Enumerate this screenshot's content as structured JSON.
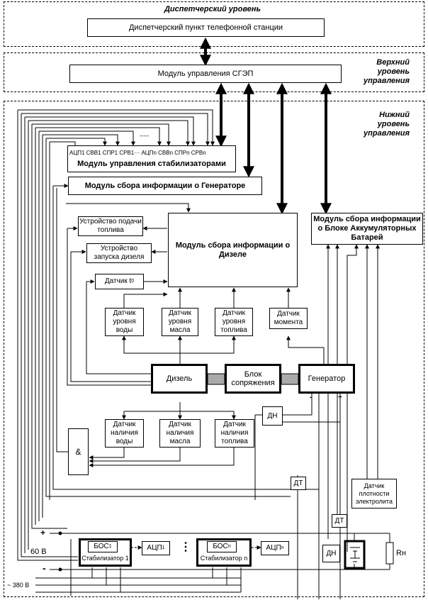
{
  "zones": {
    "dispatch": "Диспетчерский уровень",
    "upper": "Верхний уровень управления",
    "lower": "Нижний уровень управления"
  },
  "blocks": {
    "dispatch_station": "Диспетчерский пункт телефонной станции",
    "seps_module": "Модуль управления СГЭП",
    "stab_module": "Модуль управления стабилизаторами",
    "gen_module": "Модуль сбора информации о Генераторе",
    "diesel_module": "Модуль сбора информации о Дизеле",
    "battery_module": "Модуль сбора информации о Блоке Аккумуляторных Батарей",
    "fuel_feed": "Устройство подачи топлива",
    "diesel_start": "Устройство запуска дизеля",
    "temp_sensor": "Датчик t",
    "temp_sup": "0",
    "water_level": "Датчик уровня воды",
    "oil_level": "Датчик уровня масла",
    "fuel_level": "Датчик уровня топлива",
    "torque": "Датчик момента",
    "diesel": "Дизель",
    "coupling": "Блок сопряжения",
    "generator": "Генератор",
    "water_presence": "Датчик наличия воды",
    "oil_presence": "Датчик наличия масла",
    "fuel_presence": "Датчик наличия топлива",
    "and_gate": "&",
    "dn1": "ДН",
    "dt1": "ДТ",
    "dt2": "ДТ",
    "dn2": "ДН",
    "density": "Датчик плотности электролита",
    "rn": "Rн",
    "bos1": "БОС",
    "bos1_sub": "1",
    "stab1": "Стабилизатор 1",
    "bosn": "БОС",
    "bosn_sub": "n",
    "stabn": "Стабилизатор n",
    "adc1": "АЦП",
    "adc1_sub": "1",
    "adcn": "АЦП",
    "adcn_sub": "n",
    "dots": "⋮"
  },
  "stab_inputs": "АЦП1 СВВ1 СПР1  СРВ1···  АЦПn СВВn  СПРn СРВn",
  "stab_dashes": "-----",
  "power": {
    "plus": "+",
    "minus": "-",
    "v60": "60 В",
    "v380": "~ 380 В",
    "gen_minus": "-",
    "gen_plus": "+"
  }
}
